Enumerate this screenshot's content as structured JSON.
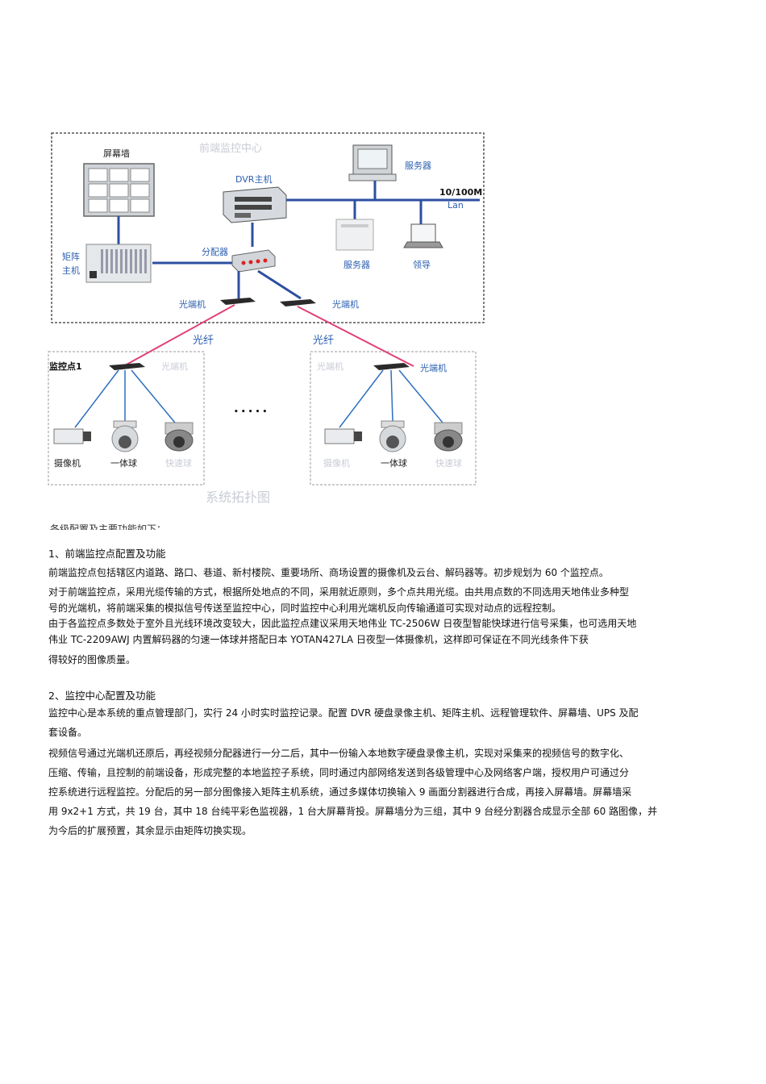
{
  "diagram": {
    "labels": {
      "screen_wall": "屏幕墙",
      "center_title": "前端监控中心",
      "dvr_host": "DVR主机",
      "server_top": "服务器",
      "lan_speed": "10/100M",
      "lan": "Lan",
      "matrix_line1": "矩阵",
      "matrix_line2": "主机",
      "distributor": "分配器",
      "server_mid": "服务器",
      "leader": "领导",
      "optical_left": "光端机",
      "optical_right": "光端机",
      "fiber_left": "光纤",
      "fiber_right": "光纤",
      "point1": "监控点1",
      "optical_point_left": "光端机",
      "optical_point_right": "光端机",
      "camera_left": "摄像机",
      "dome_left": "一体球",
      "speed_left": "快速球",
      "camera_right": "摄像机",
      "dome_right": "一体球",
      "speed_right": "快速球",
      "dots": "• • • • •",
      "bottom_title": "系统拓扑图"
    }
  },
  "caption": "各级配置及主要功能如下：",
  "section1": {
    "heading": "1、前端监控点配置及功能",
    "para1": "前端监控点包括辖区内道路、路口、巷道、新村楼院、重要场所、商场设置的摄像机及云台、解码器等。初步规划为 60 个监控点。",
    "para2_line1": "对于前端监控点，采用光缆传输的方式，根据所处地点的不同，采用就近原则，多个点共用光缆。由共用点数的不同选用天地伟业多种型",
    "para2_line2": "号的光端机，将前端采集的模拟信号传送至监控中心，同时监控中心利用光端机反向传输通道可实现对动点的远程控制。",
    "para3_line1": "由于各监控点多数处于室外且光线环境改变较大，因此监控点建议采用天地伟业 TC-2506W 日夜型智能快球进行信号采集，也可选用天地",
    "para3_line2": "伟业 TC-2209AWJ 内置解码器的匀速一体球并搭配日本 YOTAN427LA 日夜型一体摄像机，这样即可保证在不同光线条件下获",
    "para3_line3": "得较好的图像质量。"
  },
  "section2": {
    "heading": "2、监控中心配置及功能",
    "para1_line1": "监控中心是本系统的重点管理部门，实行 24 小时实时监控记录。配置 DVR 硬盘录像主机、矩阵主机、远程管理软件、屏幕墙、UPS 及配",
    "para1_line2": "套设备。",
    "para2_line1": "视频信号通过光端机还原后，再经视频分配器进行一分二后，其中一份输入本地数字硬盘录像主机，实现对采集来的视频信号的数字化、",
    "para2_line2": "压缩、传输，且控制的前端设备，形成完整的本地监控子系统，同时通过内部网络发送到各级管理中心及网络客户端，授权用户可通过分",
    "para2_line3": "控系统进行远程监控。分配后的另一部分图像接入矩阵主机系统，通过多媒体切换输入 9 画面分割器进行合成，再接入屏幕墙。屏幕墙采",
    "para2_line4": "用 9x2+1 方式，共 19 台，其中 18 台纯平彩色监视器，1 台大屏幕背投。屏幕墙分为三组，其中 9 台经分割器合成显示全部 60 路图像，并",
    "para2_line5": "为今后的扩展预置，其余显示由矩阵切换实现。"
  },
  "colors": {
    "network_line": "#2d4fa0",
    "fiber_line": "#e0407a",
    "label_blue": "#2b5fb0",
    "border_dash": "#555555"
  }
}
